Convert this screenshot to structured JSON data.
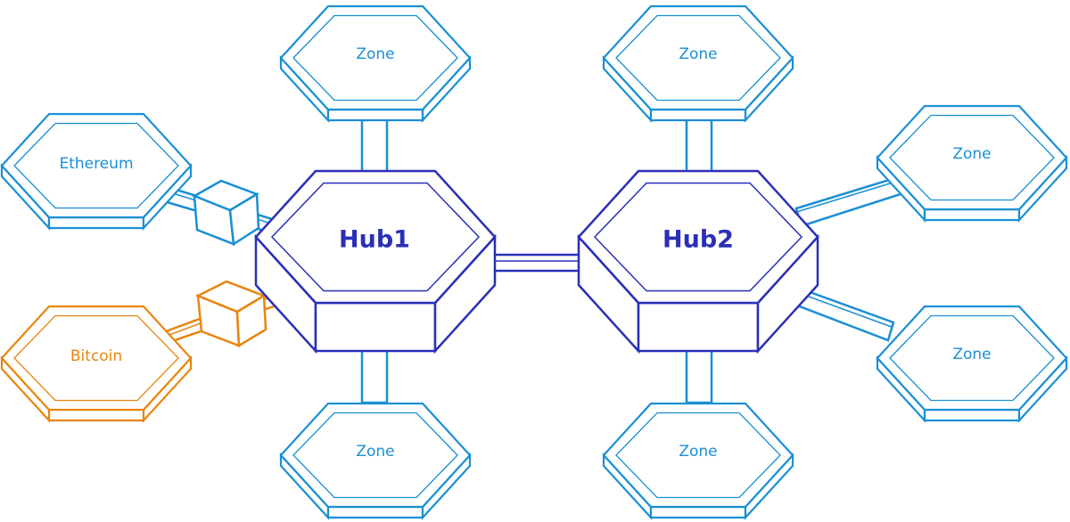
{
  "colors": {
    "zone": "#1a8fd4",
    "hub": "#2a2fb8",
    "bitcoin": "#e8850f",
    "background": "#ffffff"
  },
  "hubs": {
    "hub1": {
      "label": "Hub1"
    },
    "hub2": {
      "label": "Hub2"
    }
  },
  "zones": {
    "hub1_top": {
      "label": "Zone"
    },
    "hub1_bottom": {
      "label": "Zone"
    },
    "hub2_top": {
      "label": "Zone"
    },
    "hub2_bottom": {
      "label": "Zone"
    },
    "hub2_right_upper": {
      "label": "Zone"
    },
    "hub2_right_lower": {
      "label": "Zone"
    }
  },
  "external_chains": {
    "ethereum": {
      "label": "Ethereum"
    },
    "bitcoin": {
      "label": "Bitcoin"
    }
  }
}
